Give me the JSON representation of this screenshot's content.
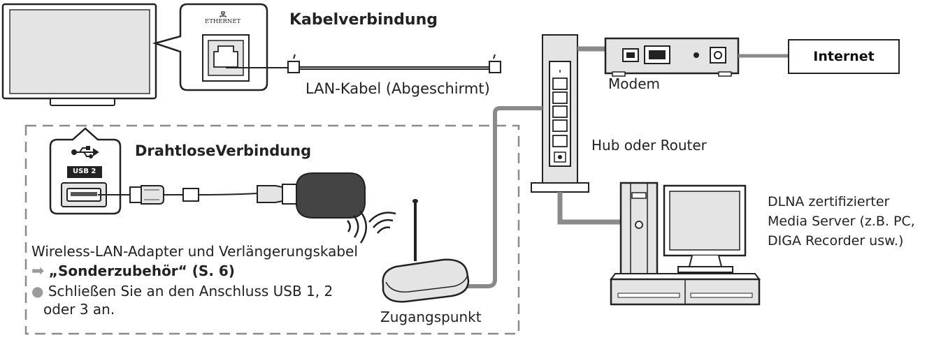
{
  "labels": {
    "ethernet_port": "ETHERNET",
    "usb_port": "USB 2",
    "cable_connection": "Kabelverbindung",
    "lan_cable": "LAN-Kabel (Abgeschirmt)",
    "modem": "Modem",
    "internet": "Internet",
    "hub_router": "Hub oder Router",
    "wireless_connection": "DrahtloseVerbindung",
    "dlna_line1": "DLNA zertifizierter",
    "dlna_line2": "Media Server (z.B. PC,",
    "dlna_line3": "DIGA Recorder usw.)",
    "adapter_text": "Wireless-LAN-Adapter und Verlängerungskabel",
    "reference": "„Sonderzubehör“ (S. 6)",
    "note_line1": "Schließen Sie an den Anschluss USB 1, 2",
    "note_line2": "oder 3 an.",
    "access_point": "Zugangspunkt"
  },
  "icons": [
    "ethernet-icon",
    "usb-icon",
    "arrow-right-icon",
    "bullet-icon",
    "wifi-signal-icon"
  ],
  "colors": {
    "line": "#222222",
    "device_fill": "#e4e4e4",
    "cable_gray": "#8a8a8a",
    "dashed_border": "#8a8a8a"
  }
}
